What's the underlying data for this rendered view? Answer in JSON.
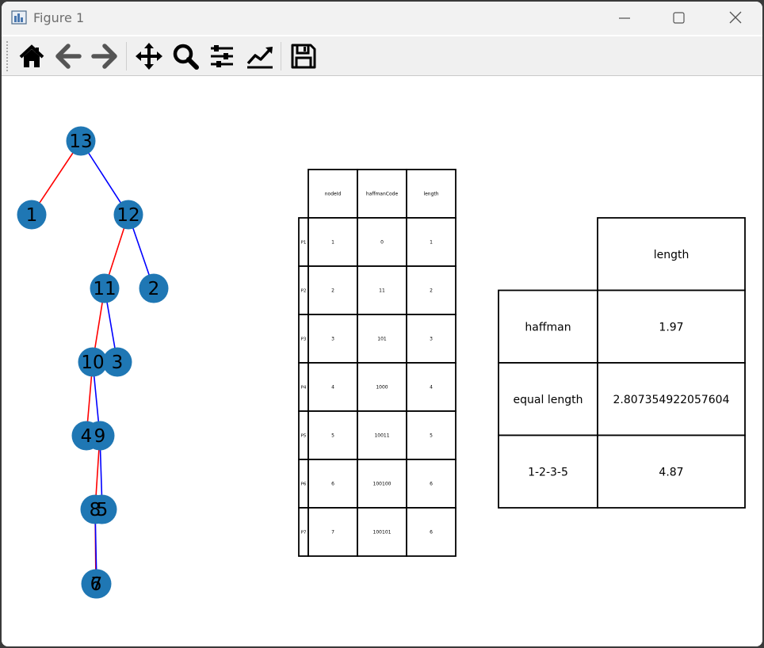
{
  "window": {
    "title": "Figure 1",
    "minimize": "minimize-icon",
    "maximize": "maximize-icon",
    "close": "close-icon"
  },
  "toolbar": {
    "buttons": [
      "home-icon",
      "back-icon",
      "forward-icon",
      "pan-icon",
      "zoom-icon",
      "subplots-icon",
      "edit-axes-icon",
      "save-icon"
    ]
  },
  "colors": {
    "node": "#1f77b4",
    "left_edge": "#ff0000",
    "right_edge": "#0000ff",
    "table_line": "#000000"
  },
  "tree": {
    "nodes": [
      {
        "id": "13",
        "label": "13"
      },
      {
        "id": "1",
        "label": "1"
      },
      {
        "id": "12",
        "label": "12"
      },
      {
        "id": "11",
        "label": "11"
      },
      {
        "id": "2",
        "label": "2"
      },
      {
        "id": "10",
        "label": "10"
      },
      {
        "id": "3",
        "label": "3"
      },
      {
        "id": "4",
        "label": "4"
      },
      {
        "id": "9",
        "label": "9"
      },
      {
        "id": "8",
        "label": "8"
      },
      {
        "id": "5",
        "label": "5"
      },
      {
        "id": "6",
        "label": "6"
      },
      {
        "id": "7",
        "label": "7"
      }
    ],
    "edges": [
      {
        "from": "13",
        "to": "1",
        "side": "left"
      },
      {
        "from": "13",
        "to": "12",
        "side": "right"
      },
      {
        "from": "12",
        "to": "11",
        "side": "left"
      },
      {
        "from": "12",
        "to": "2",
        "side": "right"
      },
      {
        "from": "11",
        "to": "10",
        "side": "left"
      },
      {
        "from": "11",
        "to": "3",
        "side": "right"
      },
      {
        "from": "10",
        "to": "4",
        "side": "left"
      },
      {
        "from": "10",
        "to": "9",
        "side": "right"
      },
      {
        "from": "9",
        "to": "8",
        "side": "left"
      },
      {
        "from": "9",
        "to": "5",
        "side": "right"
      },
      {
        "from": "8",
        "to": "6",
        "side": "left"
      },
      {
        "from": "8",
        "to": "7",
        "side": "right"
      }
    ]
  },
  "code_table": {
    "columns": [
      "nodeId",
      "haffmanCode",
      "length"
    ],
    "rows": [
      {
        "label": "P1",
        "cells": [
          "1",
          "0",
          "1"
        ]
      },
      {
        "label": "P2",
        "cells": [
          "2",
          "11",
          "2"
        ]
      },
      {
        "label": "P3",
        "cells": [
          "3",
          "101",
          "3"
        ]
      },
      {
        "label": "P4",
        "cells": [
          "4",
          "1000",
          "4"
        ]
      },
      {
        "label": "P5",
        "cells": [
          "5",
          "10011",
          "5"
        ]
      },
      {
        "label": "P6",
        "cells": [
          "6",
          "100100",
          "6"
        ]
      },
      {
        "label": "P7",
        "cells": [
          "7",
          "100101",
          "6"
        ]
      }
    ]
  },
  "length_table": {
    "columns": [
      "length"
    ],
    "rows": [
      {
        "label": "haffman",
        "cells": [
          "1.97"
        ]
      },
      {
        "label": "equal length",
        "cells": [
          "2.807354922057604"
        ]
      },
      {
        "label": "1-2-3-5",
        "cells": [
          "4.87"
        ]
      }
    ]
  }
}
